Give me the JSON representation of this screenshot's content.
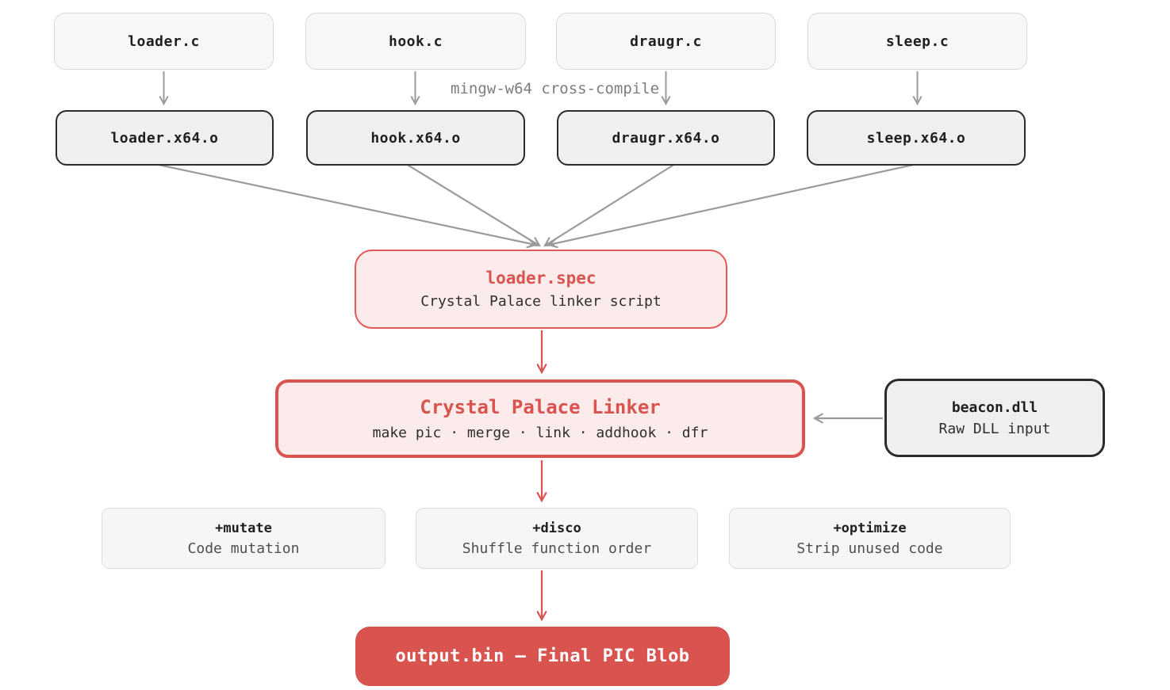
{
  "diagram": {
    "compile_label": "mingw-w64 cross-compile",
    "sources": [
      {
        "label": "loader.c"
      },
      {
        "label": "hook.c"
      },
      {
        "label": "draugr.c"
      },
      {
        "label": "sleep.c"
      }
    ],
    "objects": [
      {
        "label": "loader.x64.o"
      },
      {
        "label": "hook.x64.o"
      },
      {
        "label": "draugr.x64.o"
      },
      {
        "label": "sleep.x64.o"
      }
    ],
    "spec": {
      "title": "loader.spec",
      "subtitle": "Crystal Palace linker script"
    },
    "linker": {
      "title": "Crystal Palace Linker",
      "subtitle": "make pic · merge · link · addhook · dfr"
    },
    "beacon": {
      "title": "beacon.dll",
      "subtitle": "Raw DLL input"
    },
    "plugins": [
      {
        "title": "+mutate",
        "subtitle": "Code mutation"
      },
      {
        "title": "+disco",
        "subtitle": "Shuffle function order"
      },
      {
        "title": "+optimize",
        "subtitle": "Strip unused code"
      }
    ],
    "output": {
      "label": "output.bin — Final PIC Blob"
    },
    "colors": {
      "accent_red": "#d9534f",
      "pink_fill": "#fcebeb",
      "gray_arrow": "#9b9b9b",
      "dark_border": "#2b2b2b",
      "light_fill": "#f6f6f6"
    }
  }
}
